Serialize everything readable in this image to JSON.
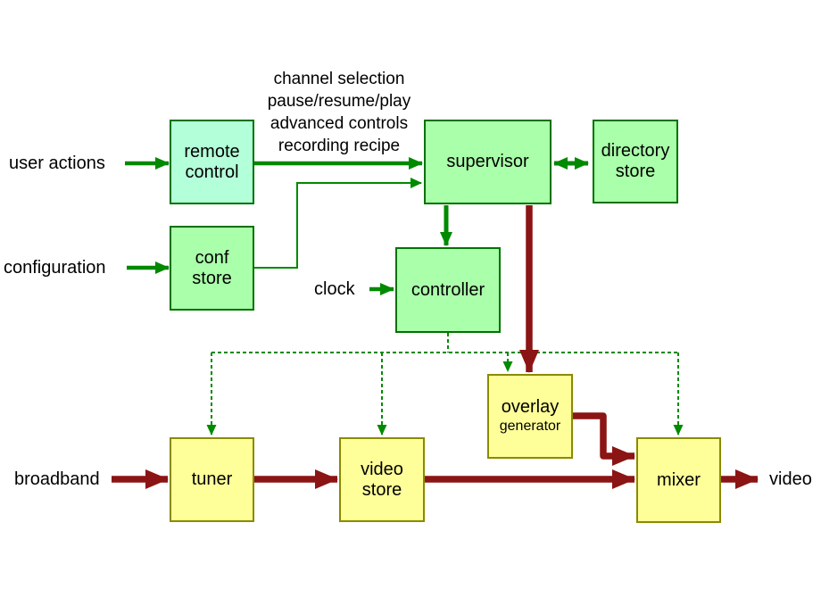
{
  "boxes": {
    "remote_control": {
      "lines": [
        "remote",
        "control"
      ]
    },
    "conf_store": {
      "lines": [
        "conf",
        "store"
      ]
    },
    "supervisor": {
      "lines": [
        "supervisor"
      ]
    },
    "directory_store": {
      "lines": [
        "directory",
        "store"
      ]
    },
    "controller": {
      "lines": [
        "controller"
      ]
    },
    "overlay_generator": {
      "lines": [
        "overlay",
        "generator"
      ]
    },
    "tuner": {
      "lines": [
        "tuner"
      ]
    },
    "video_store": {
      "lines": [
        "video",
        "store"
      ]
    },
    "mixer": {
      "lines": [
        "mixer"
      ]
    }
  },
  "labels": {
    "user_actions": "user actions",
    "configuration": "configuration",
    "clock": "clock",
    "broadband": "broadband",
    "video_out": "video"
  },
  "annotation": {
    "lines": [
      "channel selection",
      "pause/resume/play",
      "advanced controls",
      "recording recipe"
    ]
  },
  "colors": {
    "background": "#ffffff",
    "text": "#000000",
    "box-green-fill": "#aaffaa",
    "box-mint-fill": "#b3ffd9",
    "box-yellow-fill": "#ffff99",
    "border-green": "#007200",
    "border-olive": "#8a8a00",
    "arrow-green": "#008a00",
    "arrow-maroon": "#8b1414"
  }
}
